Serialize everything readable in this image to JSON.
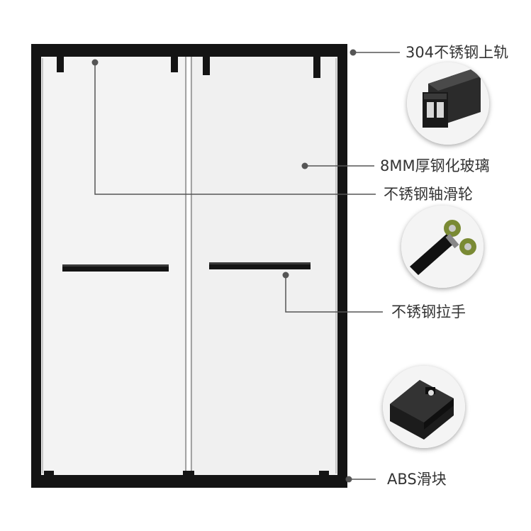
{
  "colors": {
    "frame": "#141414",
    "glass": "#f2f2f2",
    "leader": "#555555",
    "label_text": "#333333",
    "background": "#ffffff"
  },
  "callouts": [
    {
      "id": "top-rail",
      "text": "304不锈钢上轨"
    },
    {
      "id": "glass",
      "text": "8MM厚钢化玻璃"
    },
    {
      "id": "roller",
      "text": "不锈钢轴滑轮"
    },
    {
      "id": "handle",
      "text": "不锈钢拉手"
    },
    {
      "id": "slider",
      "text": "ABS滑块"
    }
  ],
  "thumbnails": [
    {
      "id": "rail-profile",
      "icon": "rail-profile-icon"
    },
    {
      "id": "roller-wheel",
      "icon": "roller-wheel-icon"
    },
    {
      "id": "abs-slider",
      "icon": "abs-slider-icon"
    }
  ]
}
